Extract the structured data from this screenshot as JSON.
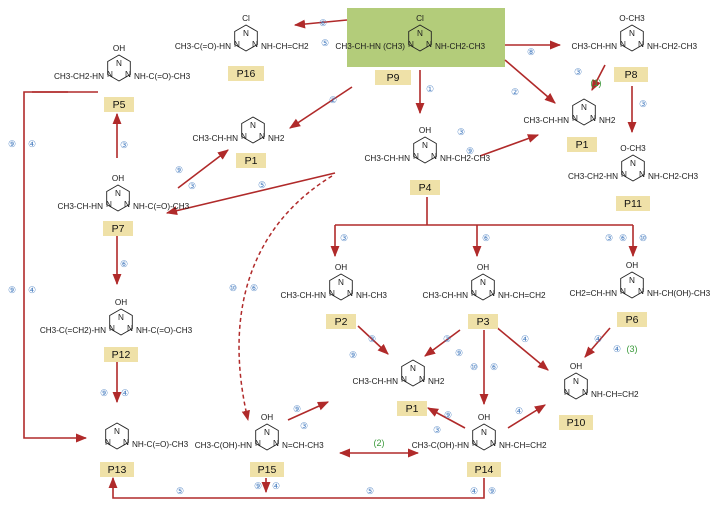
{
  "nodes": {
    "P9": {
      "label": "P9",
      "top": "Cl",
      "left": "CH3-CH-HN (CH3)",
      "right": "NH-CH2-CH3"
    },
    "P16": {
      "label": "P16",
      "top": "Cl",
      "left": "CH3-C(=O)-HN",
      "right": "NH-CH=CH2"
    },
    "P8": {
      "label": "P8",
      "top": "O-CH3",
      "left": "CH3-CH-HN",
      "right": "NH-CH2-CH3"
    },
    "P5": {
      "label": "P5",
      "top": "OH",
      "left": "CH3-CH2-HN",
      "right": "NH-C(=O)-CH3"
    },
    "P1": {
      "label": "P1",
      "left": "CH3-CH-HN",
      "right": "NH2"
    },
    "P4": {
      "label": "P4",
      "top": "OH",
      "left": "CH3-CH-HN",
      "right": "NH-CH2-CH3"
    },
    "P11": {
      "label": "P11",
      "top": "O-CH3",
      "left": "CH3-CH2-HN",
      "right": "NH-CH2-CH3"
    },
    "P7": {
      "label": "P7",
      "top": "OH",
      "left": "CH3-CH-HN",
      "right": "NH-C(=O)-CH3"
    },
    "P2": {
      "label": "P2",
      "top": "OH",
      "left": "CH3-CH-HN",
      "right": "NH-CH3"
    },
    "P3": {
      "label": "P3",
      "top": "OH",
      "left": "CH3-CH-HN",
      "right": "NH-CH=CH2"
    },
    "P6": {
      "label": "P6",
      "top": "OH",
      "left": "CH2=CH-HN",
      "right": "NH-CH(OH)-CH3"
    },
    "P12": {
      "label": "P12",
      "top": "OH",
      "left": "CH3-C(=CH2)-HN",
      "right": "NH-C(=O)-CH3"
    },
    "P10": {
      "label": "P10",
      "top": "OH",
      "right": "NH-CH=CH2"
    },
    "P13": {
      "label": "P13",
      "right": "NH-C(=O)-CH3"
    },
    "P15": {
      "label": "P15",
      "top": "OH",
      "left": "CH3-C(OH)-HN",
      "right": "N=CH-CH3"
    },
    "P14": {
      "label": "P14",
      "top": "OH",
      "left": "CH3-C(OH)-HN",
      "right": "NH-CH=CH2"
    }
  },
  "edge_labels": {
    "e1": "⑥",
    "e2": "⑧",
    "e3": "③",
    "e3g": "(1)",
    "e4": "③",
    "e5": "②",
    "e6": "①",
    "e7": "②",
    "e8": "③",
    "e9": "⑨",
    "e10": "③",
    "e11": "⑨",
    "e12": "③",
    "e13": "⑤",
    "e14": "⑥",
    "e15": "⑨",
    "e16": "④",
    "e17": "⑨",
    "e18": "④",
    "e19": "⑨",
    "e20": "④",
    "e21": "③",
    "e22": "⑥",
    "e23": "③",
    "e24": "⑥",
    "e25": "⑩",
    "e26": "⑩",
    "e27": "⑥",
    "e28": "⑨",
    "e29": "③",
    "e30": "③",
    "e31": "⑨",
    "e32": "④",
    "e33": "⑩",
    "e34": "⑥",
    "e35": "④",
    "e36": "④",
    "e36g": "(3)",
    "e37": "⑨",
    "e38": "③",
    "e39": "⑨",
    "e40": "③",
    "e41": "④",
    "e42": "(2)",
    "e43": "⑨",
    "e44": "④",
    "e45": "⑤",
    "e46": "⑤",
    "e47": "④",
    "e48": "⑨"
  }
}
